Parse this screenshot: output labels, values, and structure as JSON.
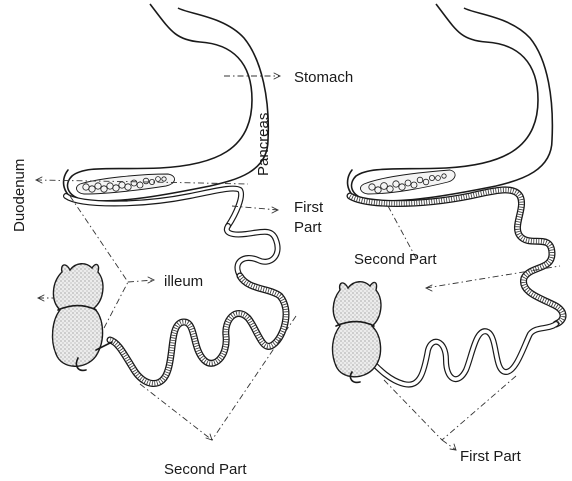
{
  "figure": {
    "left_specimen": {
      "labels": {
        "stomach": "Stomach",
        "pancreas": "Pancreas",
        "duodenum": "Duodenum",
        "first_part_line1": "First",
        "first_part_line2": "Part",
        "illeum": "illeum",
        "second_part": "Second Part"
      }
    },
    "right_specimen": {
      "labels": {
        "second_part": "Second Part",
        "first_part": "First Part"
      }
    }
  }
}
